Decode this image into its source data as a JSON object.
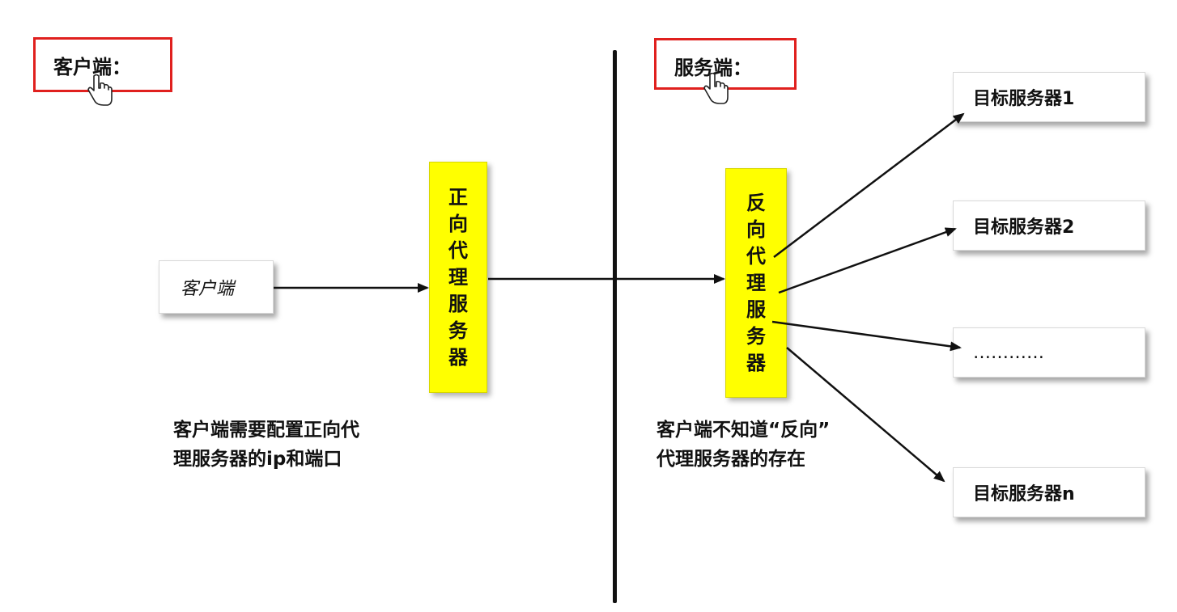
{
  "client_section_label": "客户端：",
  "server_section_label": "服务端：",
  "client_box_label": "客户端",
  "forward_proxy_chars": [
    "正",
    "向",
    "代",
    "理",
    "服",
    "务",
    "器"
  ],
  "reverse_proxy_chars": [
    "反",
    "向",
    "代",
    "理",
    "服",
    "务",
    "器"
  ],
  "targets": [
    "目标服务器1",
    "目标服务器2",
    "…………",
    "目标服务器n"
  ],
  "client_caption": {
    "line1": "客户端需要配置正向代",
    "line2": "理服务器的ip和端口"
  },
  "server_caption": {
    "line1": "客户端不知道“反向”",
    "line2": "代理服务器的存在"
  },
  "icons": {
    "pointer": "hand-pointer-icon"
  },
  "colors": {
    "label_border": "#e0201e",
    "proxy_fill": "#ffff00",
    "line": "#111111"
  }
}
